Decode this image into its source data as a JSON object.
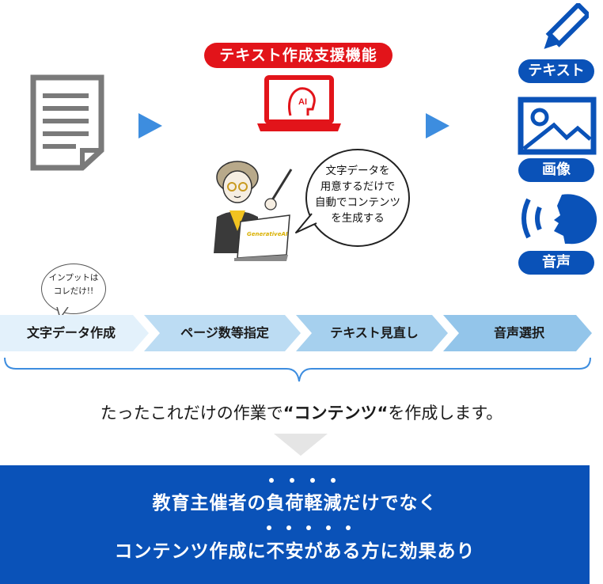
{
  "feature_title": "テキスト作成支援機能",
  "ai_label": "AI",
  "laptop_brand": "GenerativeAI",
  "speech_bubble": {
    "lines": [
      "文字データを",
      "用意するだけで",
      "自動でコンテンツ",
      "を生成する"
    ]
  },
  "input_note": {
    "lines": [
      "インプットは",
      "コレだけ!!"
    ]
  },
  "outputs": {
    "text": "テキスト",
    "image": "画像",
    "audio": "音声"
  },
  "steps": [
    {
      "label": "文字データ作成"
    },
    {
      "label": "ページ数等指定"
    },
    {
      "label": "テキスト見直し"
    },
    {
      "label": "音声選択"
    }
  ],
  "summary": {
    "prefix": "たったこれだけの作業で",
    "emphasis": "“コンテンツ“",
    "suffix": "を作成します。"
  },
  "bottom": {
    "line1": "教育主催者の負荷軽減だけでなく",
    "line2": "コンテンツ作成に不安がある方に効果あり"
  },
  "colors": {
    "accent_red": "#e2141a",
    "brand_blue": "#0a52b8",
    "arrow_blue": "#3d8ddf",
    "step_light": "#e3f1fb",
    "step_mid": "#bcdcf3",
    "step_dark": "#93c5ea"
  },
  "icons": [
    "document-icon",
    "laptop-ai-icon",
    "pencil-icon",
    "image-icon",
    "speaker-voice-icon",
    "presenter-illustration"
  ]
}
